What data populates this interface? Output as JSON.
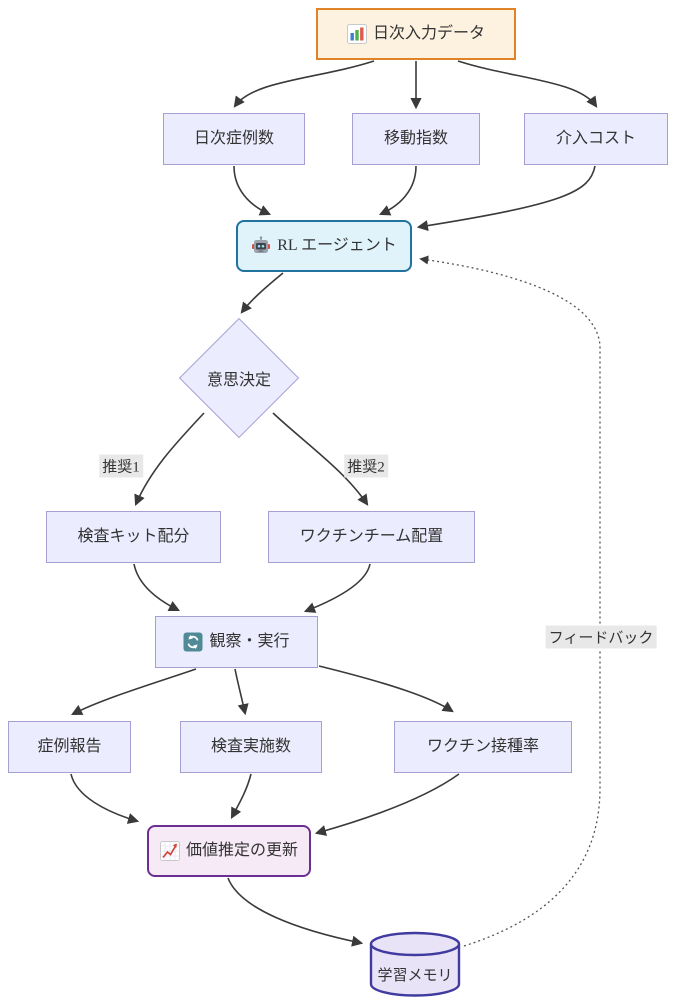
{
  "diagram": {
    "nodes": {
      "daily_input": {
        "label": "日次入力データ",
        "icon": "bar-chart"
      },
      "daily_cases": {
        "label": "日次症例数"
      },
      "mobility_index": {
        "label": "移動指数"
      },
      "intervention_cost": {
        "label": "介入コスト"
      },
      "rl_agent": {
        "label": "RL エージェント",
        "icon": "robot"
      },
      "decision": {
        "label": "意思決定"
      },
      "test_kit": {
        "label": "検査キット配分"
      },
      "vaccine_team": {
        "label": "ワクチンチーム配置"
      },
      "observe_execute": {
        "label": "観察・実行",
        "icon": "refresh"
      },
      "case_reports": {
        "label": "症例報告"
      },
      "tests_conducted": {
        "label": "検査実施数"
      },
      "vaccination_rate": {
        "label": "ワクチン接種率"
      },
      "value_update": {
        "label": "価値推定の更新",
        "icon": "chart-increasing"
      },
      "learning_memory": {
        "label": "学習メモリ"
      }
    },
    "edge_labels": {
      "recommendation1": "推奨1",
      "recommendation2": "推奨2",
      "feedback": "フィードバック"
    },
    "edges": [
      {
        "from": "daily_input",
        "to": "daily_cases"
      },
      {
        "from": "daily_input",
        "to": "mobility_index"
      },
      {
        "from": "daily_input",
        "to": "intervention_cost"
      },
      {
        "from": "daily_cases",
        "to": "rl_agent"
      },
      {
        "from": "mobility_index",
        "to": "rl_agent"
      },
      {
        "from": "intervention_cost",
        "to": "rl_agent"
      },
      {
        "from": "rl_agent",
        "to": "decision"
      },
      {
        "from": "decision",
        "to": "test_kit",
        "label": "推奨1"
      },
      {
        "from": "decision",
        "to": "vaccine_team",
        "label": "推奨2"
      },
      {
        "from": "test_kit",
        "to": "observe_execute"
      },
      {
        "from": "vaccine_team",
        "to": "observe_execute"
      },
      {
        "from": "observe_execute",
        "to": "case_reports"
      },
      {
        "from": "observe_execute",
        "to": "tests_conducted"
      },
      {
        "from": "observe_execute",
        "to": "vaccination_rate"
      },
      {
        "from": "case_reports",
        "to": "value_update"
      },
      {
        "from": "tests_conducted",
        "to": "value_update"
      },
      {
        "from": "vaccination_rate",
        "to": "value_update"
      },
      {
        "from": "value_update",
        "to": "learning_memory"
      },
      {
        "from": "learning_memory",
        "to": "rl_agent",
        "label": "フィードバック",
        "style": "dotted"
      }
    ],
    "colors": {
      "node_fill": "#ececff",
      "node_border": "#a59fd3",
      "input_fill": "#fdf1df",
      "input_border": "#e08327",
      "agent_fill": "#e0f2fa",
      "agent_border": "#1f739e",
      "update_fill": "#f6eaf6",
      "update_border": "#6c2f91",
      "memory_fill": "#e9e3f8",
      "memory_border": "#403b9f",
      "edge": "#3a3a3a",
      "edge_label_bg": "#e8e8e8",
      "text": "#333333"
    }
  }
}
